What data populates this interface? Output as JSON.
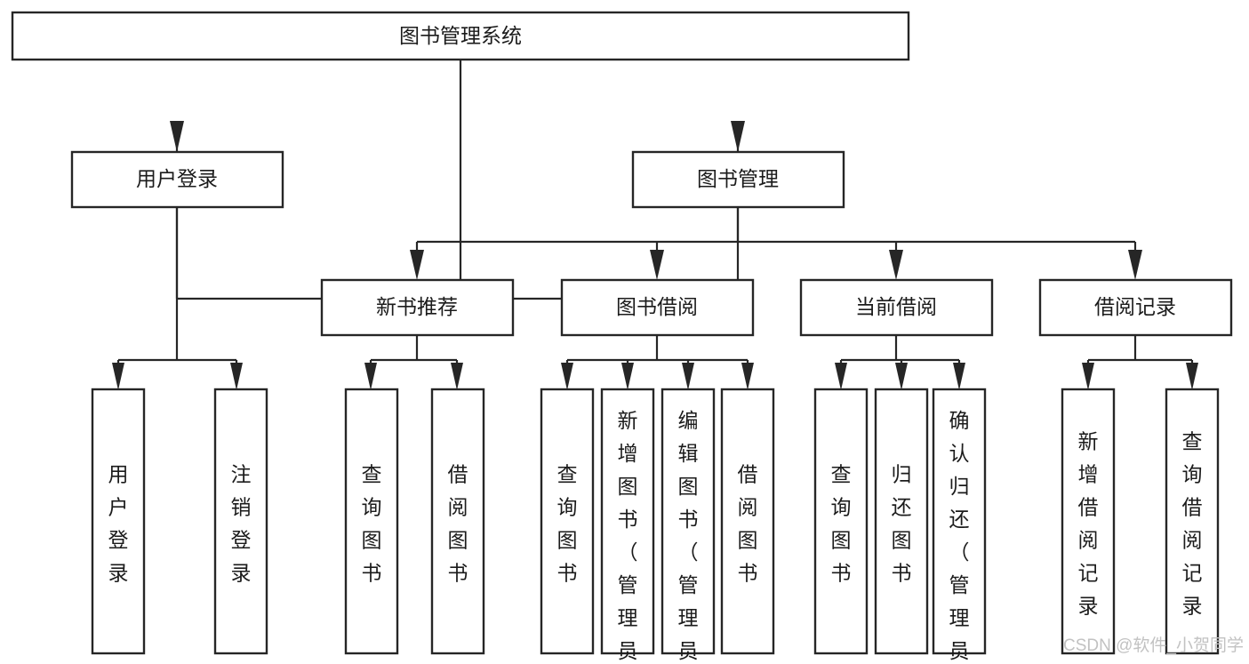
{
  "diagram": {
    "type": "hierarchy-tree",
    "title": "图书管理系统",
    "watermark": "CSDN @软件_小贺同学",
    "colors": {
      "box_stroke": "#262626",
      "box_fill": "#ffffff",
      "text": "#1b1b1b",
      "background": "#ffffff",
      "watermark": "#c2c2c2"
    },
    "levels": [
      {
        "level": 1,
        "nodes": [
          {
            "id": "root",
            "label": "图书管理系统",
            "orientation": "horizontal"
          }
        ]
      },
      {
        "level": 2,
        "nodes": [
          {
            "id": "user-login",
            "label": "用户登录",
            "orientation": "horizontal",
            "parent": "root"
          },
          {
            "id": "book-manage",
            "label": "图书管理",
            "orientation": "horizontal",
            "parent": "root"
          }
        ]
      },
      {
        "level": 3,
        "nodes": [
          {
            "id": "new-book-rec",
            "label": "新书推荐",
            "orientation": "horizontal",
            "parent": "book-manage"
          },
          {
            "id": "book-borrow",
            "label": "图书借阅",
            "orientation": "horizontal",
            "parent": "book-manage"
          },
          {
            "id": "current-borrow",
            "label": "当前借阅",
            "orientation": "horizontal",
            "parent": "book-manage"
          },
          {
            "id": "borrow-record",
            "label": "借阅记录",
            "orientation": "horizontal",
            "parent": "book-manage"
          }
        ]
      },
      {
        "level": 4,
        "nodes": [
          {
            "id": "leaf-user-login",
            "label": "用户登录",
            "orientation": "vertical",
            "parent": "user-login"
          },
          {
            "id": "leaf-logout",
            "label": "注销登录",
            "orientation": "vertical",
            "parent": "user-login"
          },
          {
            "id": "leaf-query-book-1",
            "label": "查询图书",
            "orientation": "vertical",
            "parent": "new-book-rec"
          },
          {
            "id": "leaf-borrow-book-1",
            "label": "借阅图书",
            "orientation": "vertical",
            "parent": "new-book-rec"
          },
          {
            "id": "leaf-query-book-2",
            "label": "查询图书",
            "orientation": "vertical",
            "parent": "book-borrow"
          },
          {
            "id": "leaf-add-book",
            "label": "新增图书（管理员）",
            "orientation": "vertical",
            "parent": "book-borrow"
          },
          {
            "id": "leaf-edit-book",
            "label": "编辑图书（管理员）",
            "orientation": "vertical",
            "parent": "book-borrow"
          },
          {
            "id": "leaf-borrow-book-2",
            "label": "借阅图书",
            "orientation": "vertical",
            "parent": "book-borrow"
          },
          {
            "id": "leaf-query-book-3",
            "label": "查询图书",
            "orientation": "vertical",
            "parent": "current-borrow"
          },
          {
            "id": "leaf-return-book",
            "label": "归还图书",
            "orientation": "vertical",
            "parent": "current-borrow"
          },
          {
            "id": "leaf-confirm-return",
            "label": "确认归还（管理员）",
            "orientation": "vertical",
            "parent": "current-borrow"
          },
          {
            "id": "leaf-add-record",
            "label": "新增借阅记录",
            "orientation": "vertical",
            "parent": "borrow-record"
          },
          {
            "id": "leaf-query-record",
            "label": "查询借阅记录",
            "orientation": "vertical",
            "parent": "borrow-record"
          }
        ]
      }
    ]
  }
}
